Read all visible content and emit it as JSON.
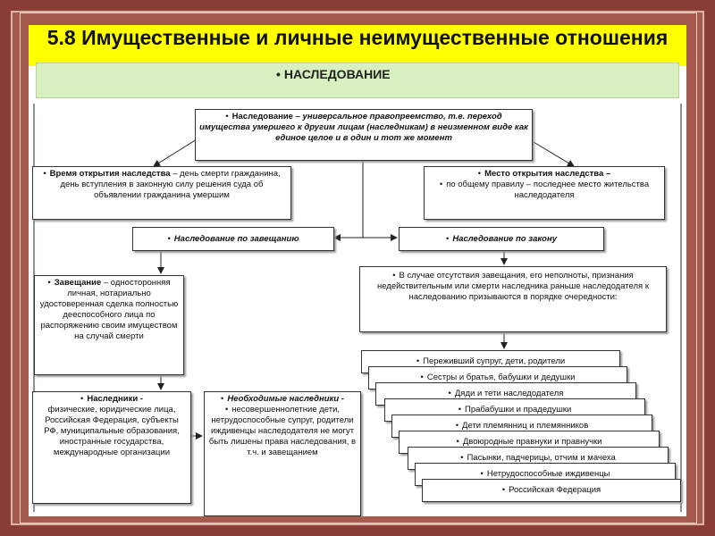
{
  "title": "5.8 Имущественные и личные неимущественные отношения",
  "banner": "НАСЛЕДОВАНИЕ",
  "definition": {
    "term": "Наследование",
    "text": " – универсальное правопреемство, т.е. переход имущества умершего к другим лицам (наследникам) в неизменном виде как единое целое  и в один и тот же момент"
  },
  "time_box": {
    "term": "Время открытия наследства",
    "text": " – день смерти гражданина, день вступления в законную силу решения суда об объявлении гражданина умершим"
  },
  "place_box": {
    "term": "Место открытия наследства",
    "sep": " –",
    "text": "по общему правилу – последнее место жительства наследодателя"
  },
  "by_will": "Наследование по завещанию",
  "by_law": "Наследование по закону",
  "will_def": {
    "term": "Завещание",
    "text": " – односторонняя личная, нотариально удостоверенная сделка полностью дееспособного лица по распоряжению своим имуществом на случай смерти"
  },
  "law_note": "В случае отсутствия завещания, его неполноты, признания недействительным или смерти наследника раньше наследодателя к наследованию призываются в порядке очередности:",
  "heirs": {
    "term": "Наследники -",
    "text": "физические, юридические лица,  Российская Федерация, субъекты РФ, муниципальные образования, иностранные государства, международные организации"
  },
  "necessary": {
    "term": "Необходимые наследники -",
    "text": "несовершеннолетние дети, нетрудоспособные супруг, родители иждивенцы наследодателя не могут быть лишены права наследования, в т.ч. и завещанием"
  },
  "bullet": "•",
  "order": [
    "Переживший супруг, дети, родители",
    "Сестры и братья,  бабушки и дедушки",
    "Дяди и тети наследодателя",
    "Прабабушки и прадедушки",
    "Дети   племянниц и племянников",
    "Двоюродные правнуки и правнучки",
    "Пасынки, падчерицы, отчим и мачеха",
    "Нетрудоспособные иждивенцы",
    "Российская Федерация"
  ]
}
